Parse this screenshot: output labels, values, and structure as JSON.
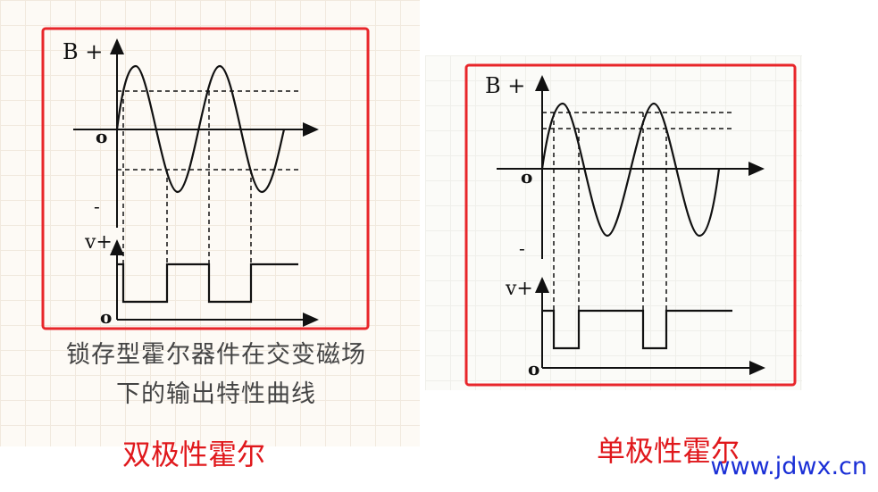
{
  "left_panel": {
    "axis_b_label": "B +",
    "origin_label": "o",
    "minus_label": "-",
    "v_label": "v+",
    "origin2_label": "o",
    "caption_line1": "锁存型霍尔器件在交变磁场",
    "caption_line2": "下的输出特性曲线",
    "title": "双极性霍尔"
  },
  "right_panel": {
    "axis_b_label": "B +",
    "origin_label": "o",
    "minus_label": "-",
    "v_label": "v+",
    "origin2_label": "o",
    "title": "单极性霍尔"
  },
  "watermark": "www.jdwx.cn",
  "colors": {
    "frame": "#e8262a",
    "label": "#e0181c",
    "watermark": "#1a2fd6",
    "line": "#111111"
  }
}
